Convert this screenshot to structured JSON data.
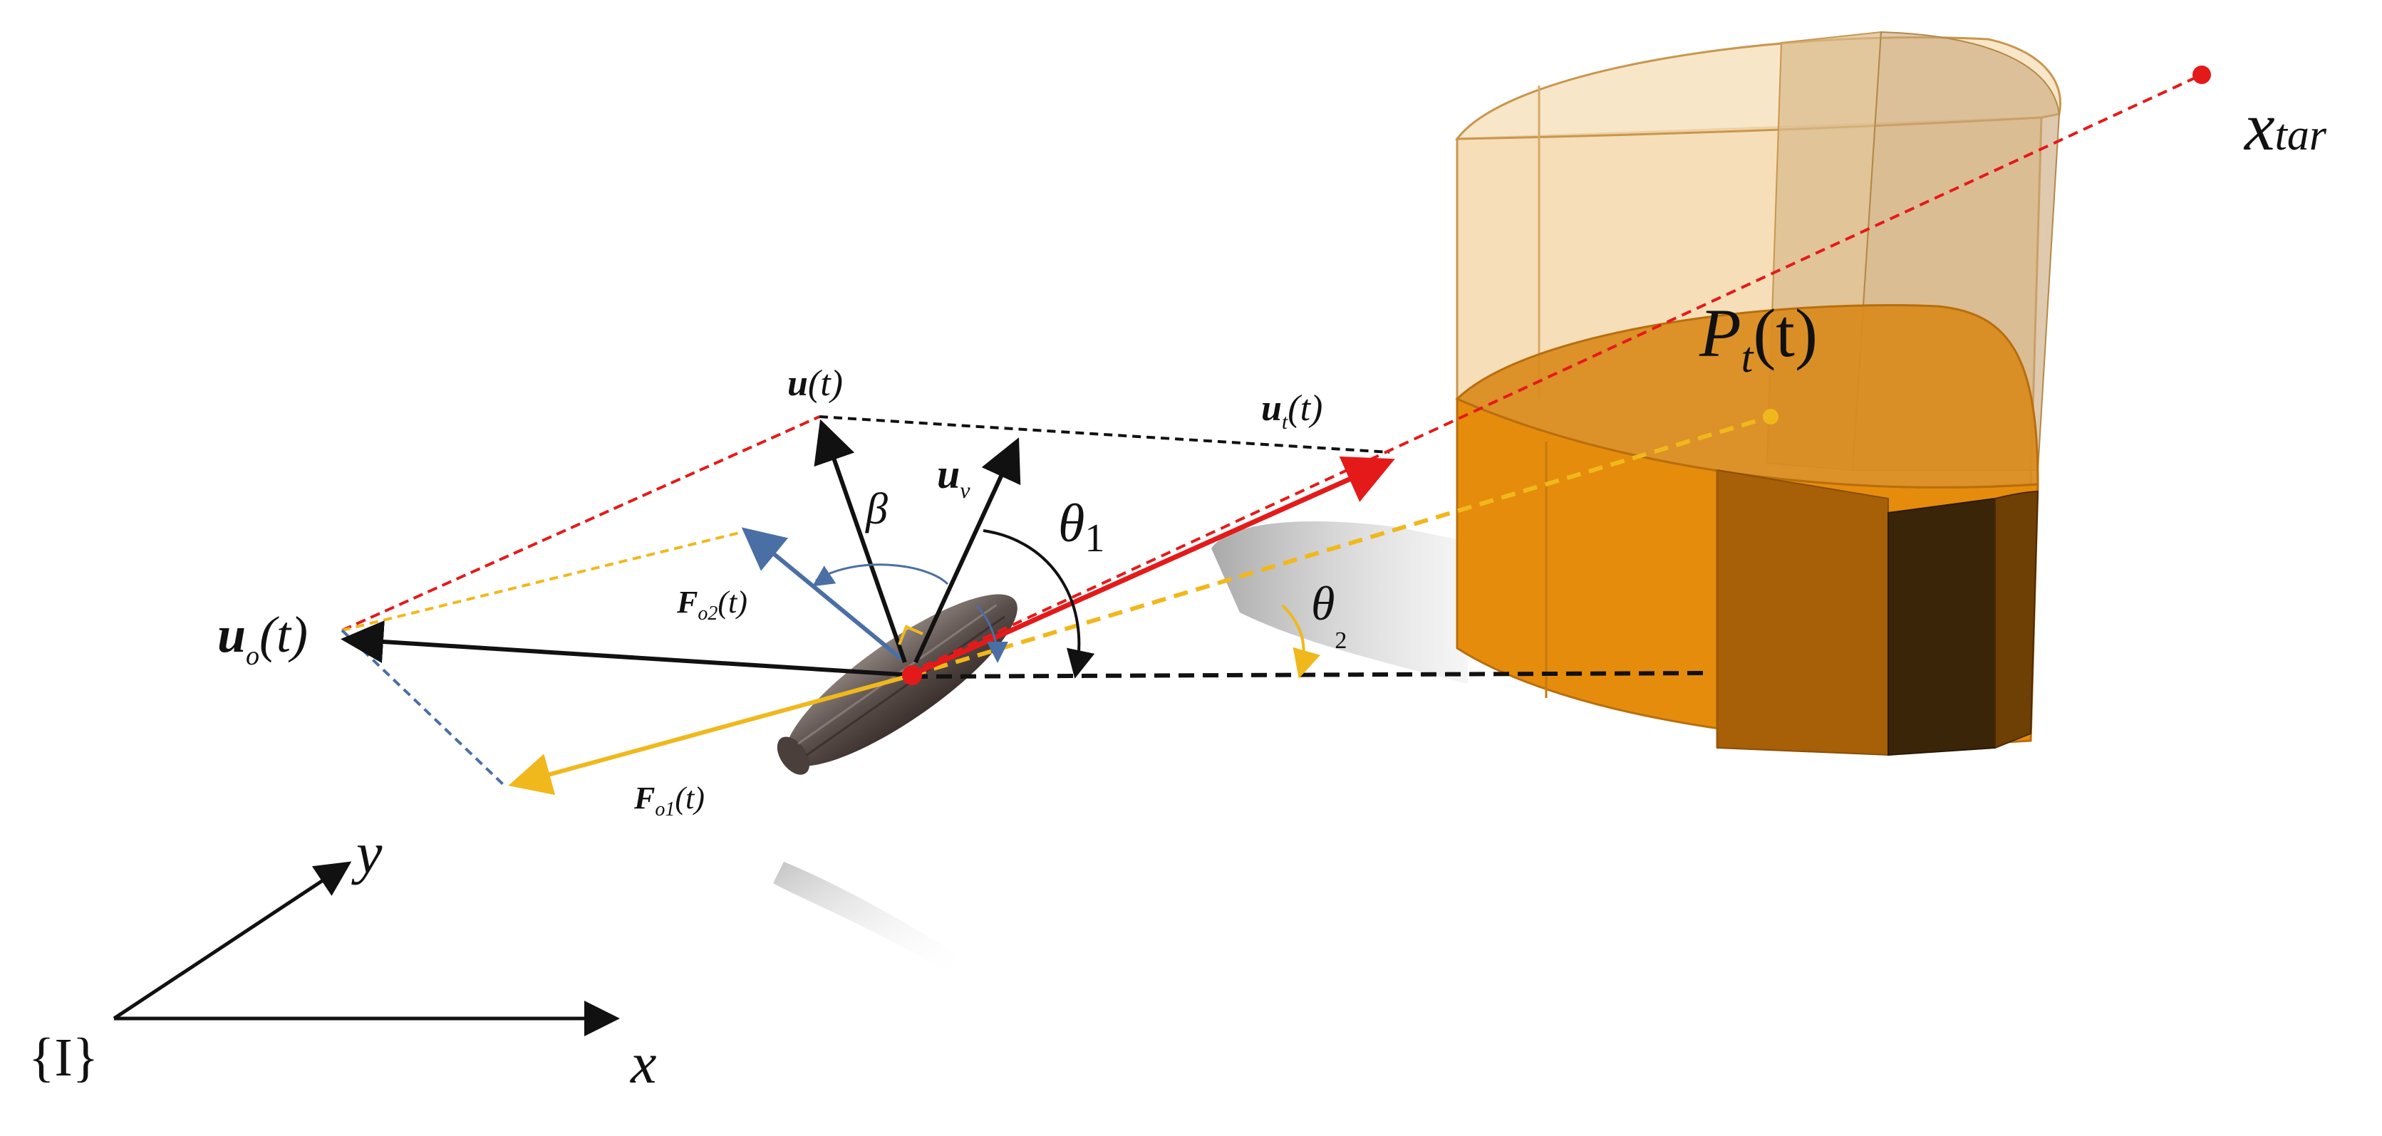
{
  "labels": {
    "x_tar": "x",
    "x_tar_sub": "tar",
    "p_t": "P",
    "p_t_sub": "t",
    "p_t_arg": "(t)",
    "u": "u",
    "u_arg": "(t)",
    "u_t": "u",
    "u_t_sub": "t",
    "u_t_arg": "(t)",
    "u_v": "u",
    "u_v_sub": "v",
    "u_o": "u",
    "u_o_sub": "o",
    "u_o_arg": "(t)",
    "beta": "β",
    "theta1": "θ",
    "theta1_sub": "1",
    "theta2": "θ",
    "theta2_sub": "2",
    "f_o2": "F",
    "f_o2_sub": "o2",
    "f_o2_arg": "(t)",
    "f_o1": "F",
    "f_o1_sub": "o1",
    "f_o1_arg": "(t)",
    "frame": "{I}",
    "axis_x": "x",
    "axis_y": "y"
  },
  "colors": {
    "red": "#e41a1a",
    "yellow": "#f0b81c",
    "blue": "#4a6fa5",
    "black": "#111111",
    "obstacle_light": "#f2cf98",
    "obstacle_dark": "#b86e0c"
  }
}
